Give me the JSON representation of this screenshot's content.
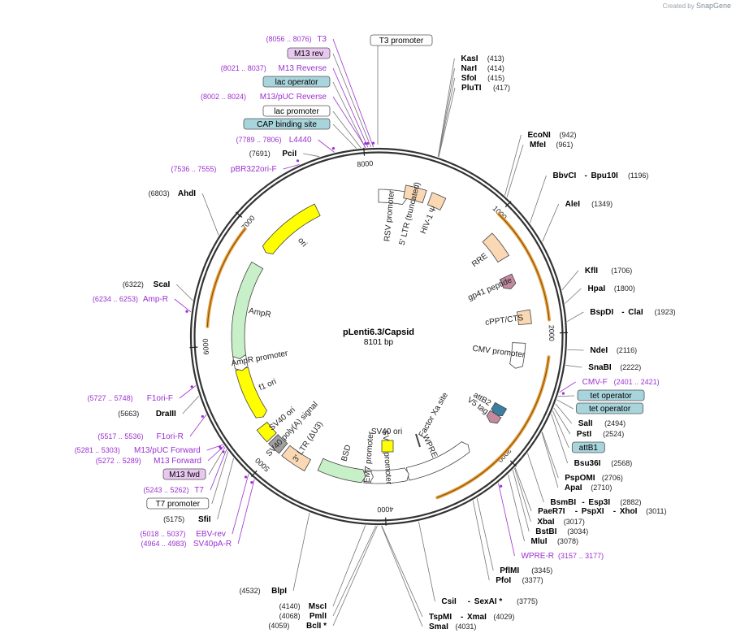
{
  "credit": {
    "prefix": "Created by",
    "brand": "SnapGene"
  },
  "plasmid": {
    "name": "pLenti6.3/Capsid",
    "length_label": "8101 bp",
    "length": 8101
  },
  "ticks": [
    {
      "label": "1000",
      "pos": 1000
    },
    {
      "label": "2000",
      "pos": 2000
    },
    {
      "label": "3000",
      "pos": 3000
    },
    {
      "label": "4000",
      "pos": 4000
    },
    {
      "label": "5000",
      "pos": 5000
    },
    {
      "label": "6000",
      "pos": 6000
    },
    {
      "label": "7000",
      "pos": 7000
    },
    {
      "label": "8000",
      "pos": 8000
    }
  ],
  "colors": {
    "feature_purple": "#9b30d0",
    "primer_fill": "#e8c8f0",
    "box_teal": "#a8d4dc",
    "enzyme": "#000000",
    "ring": "#333333",
    "orange_arc": "#e8a040"
  },
  "right_labels": [
    {
      "name": "KasI",
      "coord": "(413)",
      "pos": 413,
      "kind": "enzyme"
    },
    {
      "name": "NarI",
      "coord": "(414)",
      "pos": 414,
      "kind": "enzyme"
    },
    {
      "name": "SfoI",
      "coord": "(415)",
      "pos": 415,
      "kind": "enzyme"
    },
    {
      "name": "PluTI",
      "coord": "(417)",
      "pos": 417,
      "kind": "enzyme"
    },
    {
      "name": "EcoNI",
      "coord": "(942)",
      "pos": 942,
      "kind": "enzyme"
    },
    {
      "name": "MfeI",
      "coord": "(961)",
      "pos": 961,
      "kind": "enzyme"
    },
    {
      "name": "BbvCI",
      "name2": "Bpu10I",
      "coord": "(1196)",
      "pos": 1196,
      "kind": "enzyme"
    },
    {
      "name": "AleI",
      "coord": "(1349)",
      "pos": 1349,
      "kind": "enzyme"
    },
    {
      "name": "KflI",
      "coord": "(1706)",
      "pos": 1706,
      "kind": "enzyme"
    },
    {
      "name": "HpaI",
      "coord": "(1800)",
      "pos": 1800,
      "kind": "enzyme"
    },
    {
      "name": "BspDI",
      "name2": "ClaI",
      "coord": "(1923)",
      "pos": 1923,
      "kind": "enzyme"
    },
    {
      "name": "NdeI",
      "coord": "(2116)",
      "pos": 2116,
      "kind": "enzyme"
    },
    {
      "name": "SnaBI",
      "coord": "(2222)",
      "pos": 2222,
      "kind": "enzyme"
    },
    {
      "name": "CMV-F",
      "coord": "(2401 .. 2421)",
      "pos": 2411,
      "kind": "primer"
    },
    {
      "name": "tet operator",
      "coord": "",
      "pos": 2440,
      "kind": "box"
    },
    {
      "name": "tet operator",
      "coord": "",
      "pos": 2465,
      "kind": "box"
    },
    {
      "name": "SalI",
      "coord": "(2494)",
      "pos": 2494,
      "kind": "enzyme"
    },
    {
      "name": "PstI",
      "coord": "(2524)",
      "pos": 2524,
      "kind": "enzyme"
    },
    {
      "name": "attB1",
      "coord": "",
      "pos": 2545,
      "kind": "box"
    },
    {
      "name": "Bsu36I",
      "coord": "(2568)",
      "pos": 2568,
      "kind": "enzyme"
    },
    {
      "name": "PspOMI",
      "coord": "(2706)",
      "pos": 2706,
      "kind": "enzyme"
    },
    {
      "name": "ApaI",
      "coord": "(2710)",
      "pos": 2710,
      "kind": "enzyme"
    },
    {
      "name": "BsmBI",
      "name2": "Esp3I",
      "coord": "(2882)",
      "pos": 2882,
      "kind": "enzyme"
    },
    {
      "name": "PaeR7I",
      "name2": "PspXI",
      "name3": "XhoI",
      "coord": "(3011)",
      "pos": 3011,
      "kind": "enzyme"
    },
    {
      "name": "XbaI",
      "coord": "(3017)",
      "pos": 3017,
      "kind": "enzyme"
    },
    {
      "name": "BstBI",
      "coord": "(3034)",
      "pos": 3034,
      "kind": "enzyme"
    },
    {
      "name": "MluI",
      "coord": "(3078)",
      "pos": 3078,
      "kind": "enzyme"
    },
    {
      "name": "PflMI",
      "coord": "(3345)",
      "pos": 3345,
      "kind": "enzyme"
    },
    {
      "name": "WPRE-R",
      "coord": "(3157 .. 3177)",
      "pos": 3167,
      "kind": "primer"
    },
    {
      "name": "PfoI",
      "coord": "(3377)",
      "pos": 3377,
      "kind": "enzyme"
    },
    {
      "name": "CsiI",
      "name2": "SexAI *",
      "coord": "(3775)",
      "pos": 3775,
      "kind": "enzyme"
    },
    {
      "name": "TspMI",
      "name2": "XmaI",
      "coord": "(4029)",
      "pos": 4029,
      "kind": "enzyme"
    },
    {
      "name": "SmaI",
      "coord": "(4031)",
      "pos": 4031,
      "kind": "enzyme"
    }
  ],
  "left_labels": [
    {
      "name": "T3",
      "coord": "(8056 .. 8076)",
      "pos": 8066,
      "kind": "primer"
    },
    {
      "name": "M13 rev",
      "coord": "",
      "pos": 8050,
      "kind": "primerbox"
    },
    {
      "name": "M13 Reverse",
      "coord": "(8021 .. 8037)",
      "pos": 8029,
      "kind": "primer"
    },
    {
      "name": "lac operator",
      "coord": "",
      "pos": 8010,
      "kind": "box"
    },
    {
      "name": "M13/pUC Reverse",
      "coord": "(8002 .. 8024)",
      "pos": 8013,
      "kind": "primer"
    },
    {
      "name": "lac promoter",
      "coord": "",
      "pos": 7980,
      "kind": "whitebox"
    },
    {
      "name": "CAP binding site",
      "coord": "",
      "pos": 7950,
      "kind": "box"
    },
    {
      "name": "L4440",
      "coord": "(7789 .. 7806)",
      "pos": 7797,
      "kind": "primer"
    },
    {
      "name": "PciI",
      "coord": "(7691)",
      "pos": 7691,
      "kind": "enzyme"
    },
    {
      "name": "pBR322ori-F",
      "coord": "(7536 .. 7555)",
      "pos": 7545,
      "kind": "primer"
    },
    {
      "name": "AhdI",
      "coord": "(6803)",
      "pos": 6803,
      "kind": "enzyme"
    },
    {
      "name": "ScaI",
      "coord": "(6322)",
      "pos": 6322,
      "kind": "enzyme"
    },
    {
      "name": "Amp-R",
      "coord": "(6234 .. 6253)",
      "pos": 6243,
      "kind": "primer"
    },
    {
      "name": "F1ori-F",
      "coord": "(5727 .. 5748)",
      "pos": 5737,
      "kind": "primer"
    },
    {
      "name": "DraIII",
      "coord": "(5663)",
      "pos": 5663,
      "kind": "enzyme"
    },
    {
      "name": "F1ori-R",
      "coord": "(5517 .. 5536)",
      "pos": 5526,
      "kind": "primer"
    },
    {
      "name": "M13/pUC Forward",
      "coord": "(5281 .. 5303)",
      "pos": 5292,
      "kind": "primer"
    },
    {
      "name": "M13 Forward",
      "coord": "(5272 .. 5289)",
      "pos": 5280,
      "kind": "primer"
    },
    {
      "name": "M13 fwd",
      "coord": "",
      "pos": 5270,
      "kind": "primerbox"
    },
    {
      "name": "T7",
      "coord": "(5243 .. 5262)",
      "pos": 5252,
      "kind": "primer"
    },
    {
      "name": "T7 promoter",
      "coord": "",
      "pos": 5235,
      "kind": "whitebox"
    },
    {
      "name": "SfiI",
      "coord": "(5175)",
      "pos": 5175,
      "kind": "enzyme"
    },
    {
      "name": "EBV-rev",
      "coord": "(5018 .. 5037)",
      "pos": 5027,
      "kind": "primer"
    },
    {
      "name": "SV40pA-R",
      "coord": "(4964 .. 4983)",
      "pos": 4973,
      "kind": "primer"
    },
    {
      "name": "BlpI",
      "coord": "(4532)",
      "pos": 4532,
      "kind": "enzyme"
    },
    {
      "name": "MscI",
      "coord": "(4140)",
      "pos": 4140,
      "kind": "enzyme"
    },
    {
      "name": "PmlI",
      "coord": "(4068)",
      "pos": 4068,
      "kind": "enzyme"
    },
    {
      "name": "BclI *",
      "coord": "(4059)",
      "pos": 4059,
      "kind": "enzyme"
    }
  ],
  "top_box": {
    "name": "T3 promoter",
    "pos": 8090
  },
  "features": [
    {
      "name": "RSV promoter",
      "start": 8101,
      "end": 230,
      "ring": "inner",
      "shape": "arrow",
      "color": "#ffffff"
    },
    {
      "name": "5' LTR (truncated)",
      "start": 230,
      "end": 410,
      "ring": "inner",
      "shape": "box",
      "color": "#fad8b4"
    },
    {
      "name": "HIV-1 Ψ",
      "start": 460,
      "end": 585,
      "ring": "inner",
      "shape": "box",
      "color": "#fad8b4"
    },
    {
      "name": "RRE",
      "start": 1075,
      "end": 1308,
      "ring": "inner",
      "shape": "box",
      "color": "#fad8b4"
    },
    {
      "name": "gp41 peptide",
      "start": 1460,
      "end": 1550,
      "ring": "inner",
      "shape": "arrow",
      "color": "#c58aa0"
    },
    {
      "name": "cPPT/CTS",
      "start": 1800,
      "end": 1918,
      "ring": "inner",
      "shape": "box",
      "color": "#fad8b4"
    },
    {
      "name": "CMV promoter",
      "start": 2085,
      "end": 2290,
      "ring": "inner",
      "shape": "arrow",
      "color": "#ffffff"
    },
    {
      "name": "attB2",
      "start": 2690,
      "end": 2760,
      "ring": "inner",
      "shape": "arrow",
      "color": "#3a7ea0"
    },
    {
      "name": "V5 tag",
      "start": 2780,
      "end": 2840,
      "ring": "inner",
      "shape": "arrow",
      "color": "#c58aa0"
    },
    {
      "name": "WPRE",
      "start": 3190,
      "end": 3780,
      "ring": "inner",
      "shape": "arrow-rev",
      "color": "#ffffff"
    },
    {
      "name": "SV40 promoter",
      "start": 3800,
      "end": 4120,
      "ring": "inner",
      "shape": "arrow-rev",
      "color": "#ffffff"
    },
    {
      "name": "EM7 promoter",
      "start": 4130,
      "end": 4180,
      "ring": "inner",
      "shape": "arrow-rev",
      "color": "#ffffff"
    },
    {
      "name": "BSD",
      "start": 4200,
      "end": 4600,
      "ring": "inner",
      "shape": "arrow-rev",
      "color": "#c8f0c8"
    },
    {
      "name": "3' LTR (ΔU3)",
      "start": 4700,
      "end": 4930,
      "ring": "inner",
      "shape": "box",
      "color": "#fad8b4"
    },
    {
      "name": "SV40 poly(A) signal",
      "start": 4960,
      "end": 5080,
      "ring": "inner",
      "shape": "box",
      "color": "#a0a0a0"
    },
    {
      "name": "SV40 ori",
      "start": 5100,
      "end": 5230,
      "ring": "inner",
      "shape": "box",
      "color": "#ffff00"
    },
    {
      "name": "f1 ori",
      "start": 5320,
      "end": 5775,
      "ring": "inner",
      "shape": "arrow-rev",
      "color": "#ffff00"
    },
    {
      "name": "AmpR promoter",
      "start": 5790,
      "end": 5895,
      "ring": "inner",
      "shape": "arrow-rev",
      "color": "#ffffff"
    },
    {
      "name": "AmpR",
      "start": 5900,
      "end": 6760,
      "ring": "inner",
      "shape": "arrow-rev",
      "color": "#c8f0c8"
    },
    {
      "name": "ori",
      "start": 6930,
      "end": 7520,
      "ring": "inner",
      "shape": "arrow-rev",
      "color": "#ffff00"
    }
  ],
  "center_features": [
    {
      "name": "SV40 ori",
      "color": "#ffff00"
    },
    {
      "name": "Factor Xa site",
      "color": "#ffffff"
    }
  ]
}
